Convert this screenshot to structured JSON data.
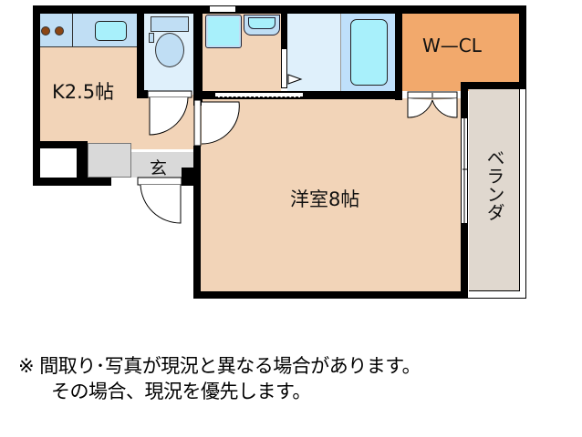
{
  "floorplan": {
    "rooms": {
      "kitchen": {
        "label": "K2.5帖",
        "color": "#f2d4b8"
      },
      "western_room": {
        "label": "洋室8帖",
        "color": "#f2d4b8"
      },
      "walk_in_closet": {
        "label": "W—CL",
        "color": "#f2a96c"
      },
      "veranda": {
        "label": "ベランダ",
        "color": "#e0d8cf"
      },
      "entrance": {
        "label": "玄",
        "color": "#d9d9d9"
      },
      "toilet": {
        "label": "",
        "color": "#dff0fb"
      },
      "washroom": {
        "label": "",
        "color": "#f2d4b8"
      },
      "bathroom": {
        "label": "",
        "color": "#dff0fb"
      }
    },
    "fixture_colors": {
      "counter": "#c0def4",
      "sink_basin": "#a8f0fb",
      "stove_burner": "#8b4513",
      "bathtub_area": "#bfe0fb",
      "wall": "#000000",
      "shoe_box": "#d9d9d9"
    }
  },
  "footer": {
    "note_line1": "※  間取り･写真が現況と異なる場合があります。",
    "note_line2": "その場合、現況を優先します。"
  }
}
